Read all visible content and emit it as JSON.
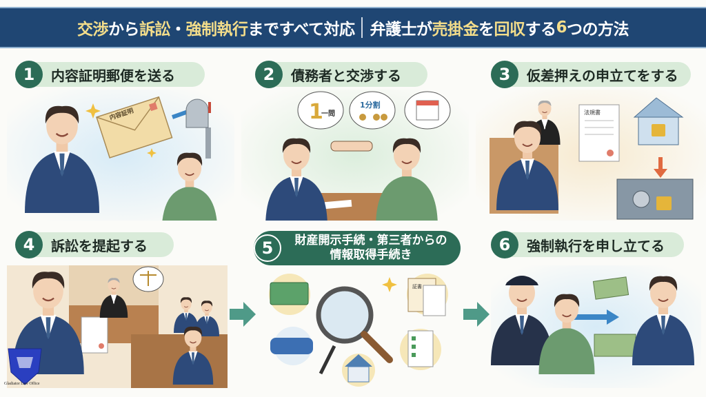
{
  "header": {
    "title_parts": [
      {
        "text": "交渉",
        "hl": true
      },
      {
        "text": "から",
        "hl": false
      },
      {
        "text": "訴訟",
        "hl": true
      },
      {
        "text": "・",
        "hl": false
      },
      {
        "text": "強制執行",
        "hl": true
      },
      {
        "text": "まですべて対応",
        "hl": false
      },
      {
        "sep": true
      },
      {
        "text": "弁護士が",
        "hl": false
      },
      {
        "text": "売掛金",
        "hl": true
      },
      {
        "text": "を",
        "hl": false
      },
      {
        "text": "回収",
        "hl": true
      },
      {
        "text": "する",
        "hl": false
      },
      {
        "text": "6",
        "hl": true
      },
      {
        "text": "つの方法",
        "hl": false
      }
    ]
  },
  "steps": [
    {
      "num": "1",
      "title": "内容証明郵便を送る",
      "labels": {
        "envelope": "内容証明"
      }
    },
    {
      "num": "2",
      "title": "債務者と交渉する",
      "labels": {
        "bubble1_big": "1",
        "bubble1_small": "一問",
        "bubble2": "1分割"
      }
    },
    {
      "num": "3",
      "title": "仮差押えの申立てをする",
      "labels": {
        "document": "法規書"
      }
    },
    {
      "num": "4",
      "title": "訴訟を提起する"
    },
    {
      "num": "5",
      "title_line1": "財産開示手続・第三者からの",
      "title_line2": "情報取得手続き",
      "labels": {
        "certificate": "証書"
      }
    },
    {
      "num": "6",
      "title": "強制執行を申し立てる"
    }
  ],
  "logo": {
    "text": "Gladiator Law Office"
  },
  "colors": {
    "header_bg": "#1f4673",
    "highlight": "#f3dd8a",
    "accent_green": "#2c6c57",
    "pill_bg": "#d9ebd9",
    "suit": "#2d4a7a",
    "sweater": "#6c9b6f"
  }
}
